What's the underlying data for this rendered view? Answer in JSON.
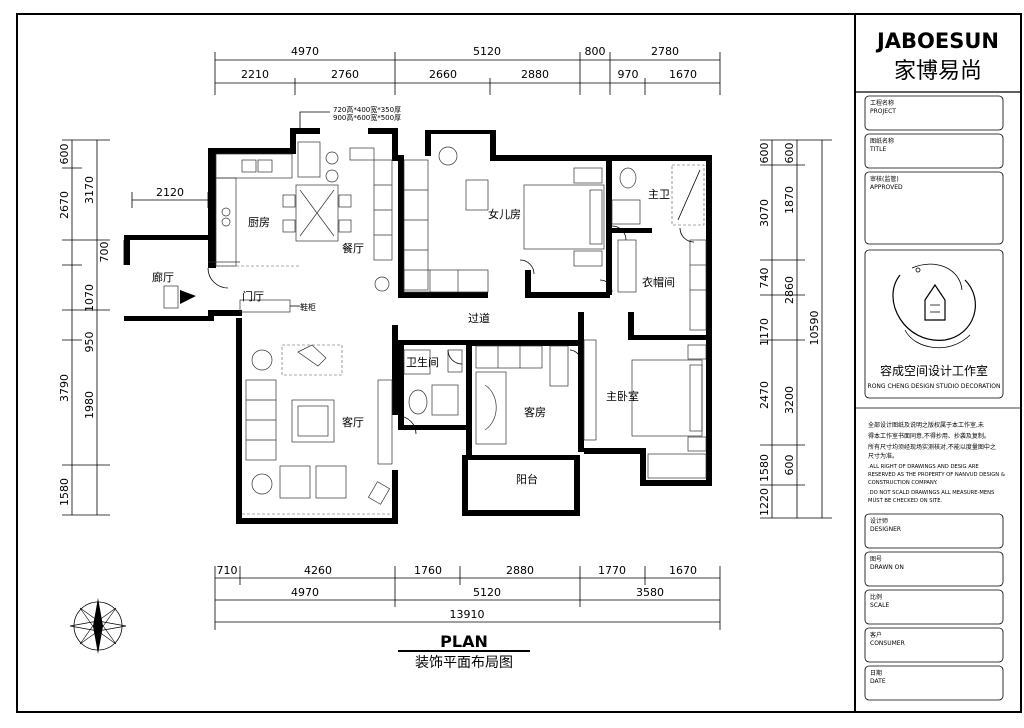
{
  "title_block": {
    "brand": "JABOESUN",
    "brand_cn": "家博易尚",
    "fields": [
      {
        "cn": "工程名称",
        "en": "PROJECT"
      },
      {
        "cn": "图纸名称",
        "en": "TITLE"
      },
      {
        "cn": "审核(监管)",
        "en": "APPROVED"
      }
    ],
    "studio_cn": "容成空间设计工作室",
    "studio_en": "RONG CHENG DESIGN STUDIO DECORATION",
    "notes_cn": [
      "全部设计图纸及说明之版权属于本工作室,未",
      "得本工作室书面同意,不得抄用、抄袭及复制。",
      "所有尺寸均须经现场实测核对,不能以度量图中之",
      "尺寸为准。"
    ],
    "notes_en": [
      ".ALL RIGHT OF DRAWINGS AND DESIG ARE",
      "RESERVED AS THE PROPERTY OF NANVUD DESIGN &",
      "CONSTRUCTION COMPANY.",
      ".DO NOT SCALD DRAWINGS ALL MEASURE-MENS",
      "MUST BE CHECKED ON SITE."
    ],
    "bottom_fields": [
      {
        "cn": "设计师",
        "en": "DESIGNER"
      },
      {
        "cn": "图号",
        "en": "DRAWN ON"
      },
      {
        "cn": "比例",
        "en": "SCALE"
      },
      {
        "cn": "客户",
        "en": "CONSUMER"
      },
      {
        "cn": "日期",
        "en": "DATE"
      }
    ]
  },
  "plan": {
    "label": "PLAN",
    "subtitle": "装饰平面布局图",
    "rooms": {
      "kitchen": "厨房",
      "dining": "餐厅",
      "corridor": "廊厅",
      "foyer": "门厅",
      "shoe_cabinet": "鞋柜",
      "living": "客厅",
      "hallway": "过道",
      "bathroom": "卫生间",
      "guest": "客房",
      "balcony": "阳台",
      "daughter": "女儿房",
      "master_bath": "主卫",
      "closet": "衣帽间",
      "master_bed": "主卧室"
    },
    "note_cabinet": [
      "720高*400宽*350厚",
      "900高*600宽*500厚"
    ],
    "dims_top_1": [
      "4970",
      "5120",
      "800",
      "2780"
    ],
    "dims_top_2": [
      "2210",
      "2760",
      "2660",
      "2880",
      "970",
      "1670"
    ],
    "dim_corridor": "2120",
    "dims_left_1": [
      "600",
      "2670",
      "700",
      "1070",
      "950",
      "1980",
      "1580"
    ],
    "dims_left_2": [
      "3170",
      "3790"
    ],
    "dims_right_1": [
      "600",
      "1870",
      "740",
      "1170",
      "2470",
      "1580",
      "1220"
    ],
    "dims_right_2": [
      "600",
      "3070",
      "2860",
      "3200",
      "600"
    ],
    "dims_right_3": [
      "10590"
    ],
    "dims_bottom_1": [
      "710",
      "4260",
      "1760",
      "2880",
      "1770",
      "1670"
    ],
    "dims_bottom_2": [
      "4970",
      "5120",
      "3580"
    ],
    "dims_bottom_3": [
      "13910"
    ]
  }
}
